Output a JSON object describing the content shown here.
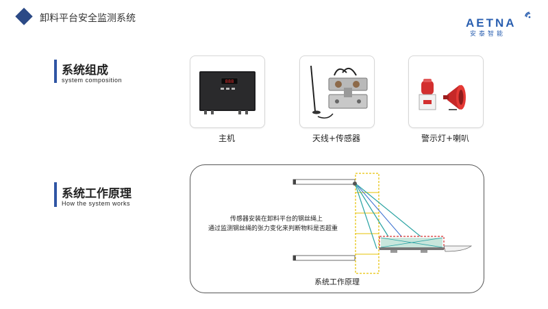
{
  "header": {
    "title": "卸料平台安全监测系统"
  },
  "logo": {
    "brand": "AETNA",
    "tagline": "安泰智能"
  },
  "section1": {
    "title": "系统组成",
    "subtitle": "system composition"
  },
  "components": [
    {
      "label": "主机",
      "icon": "host-device-image"
    },
    {
      "label": "天线+传感器",
      "icon": "antenna-sensor-image"
    },
    {
      "label": "警示灯+喇叭",
      "icon": "warning-light-horn-image"
    }
  ],
  "section2": {
    "title": "系统工作原理",
    "subtitle": "How the system works"
  },
  "diagram": {
    "line1": "传感器安装在卸料平台的钢丝绳上",
    "line2": "通过监测钢丝绳的张力变化来判断物料是否超重",
    "caption": "系统工作原理"
  },
  "colors": {
    "accent": "#2f55a4",
    "brand": "#2a5fb0",
    "alarm": "#d32f2f"
  }
}
